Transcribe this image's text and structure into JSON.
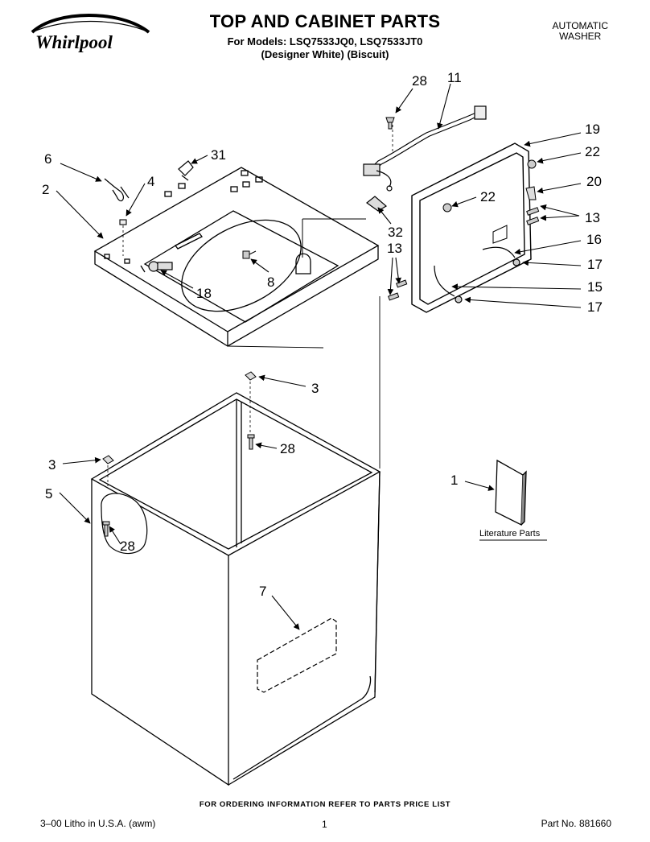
{
  "header": {
    "title": "TOP AND CABINET PARTS",
    "models_line1": "For Models: LSQ7533JQ0, LSQ7533JT0",
    "models_line2": "(Designer White)  (Biscuit)",
    "category_line1": "AUTOMATIC",
    "category_line2": "WASHER",
    "brand": "Whirlpool"
  },
  "parts": {
    "p1": "1",
    "p2": "2",
    "p3a": "3",
    "p3b": "3",
    "p4": "4",
    "p5": "5",
    "p6": "6",
    "p7": "7",
    "p8": "8",
    "p11": "11",
    "p13a": "13",
    "p13b": "13",
    "p15": "15",
    "p16": "16",
    "p17a": "17",
    "p17b": "17",
    "p18": "18",
    "p19": "19",
    "p20": "20",
    "p22a": "22",
    "p22b": "22",
    "p28a": "28",
    "p28b": "28",
    "p28c": "28",
    "p31": "31",
    "p32": "32"
  },
  "literature_label": "Literature Parts",
  "footer": {
    "ordering": "FOR ORDERING INFORMATION REFER TO PARTS PRICE LIST",
    "litho": "3–00 Litho in U.S.A. (awm)",
    "page": "1",
    "part_no": "Part No. 881660"
  }
}
